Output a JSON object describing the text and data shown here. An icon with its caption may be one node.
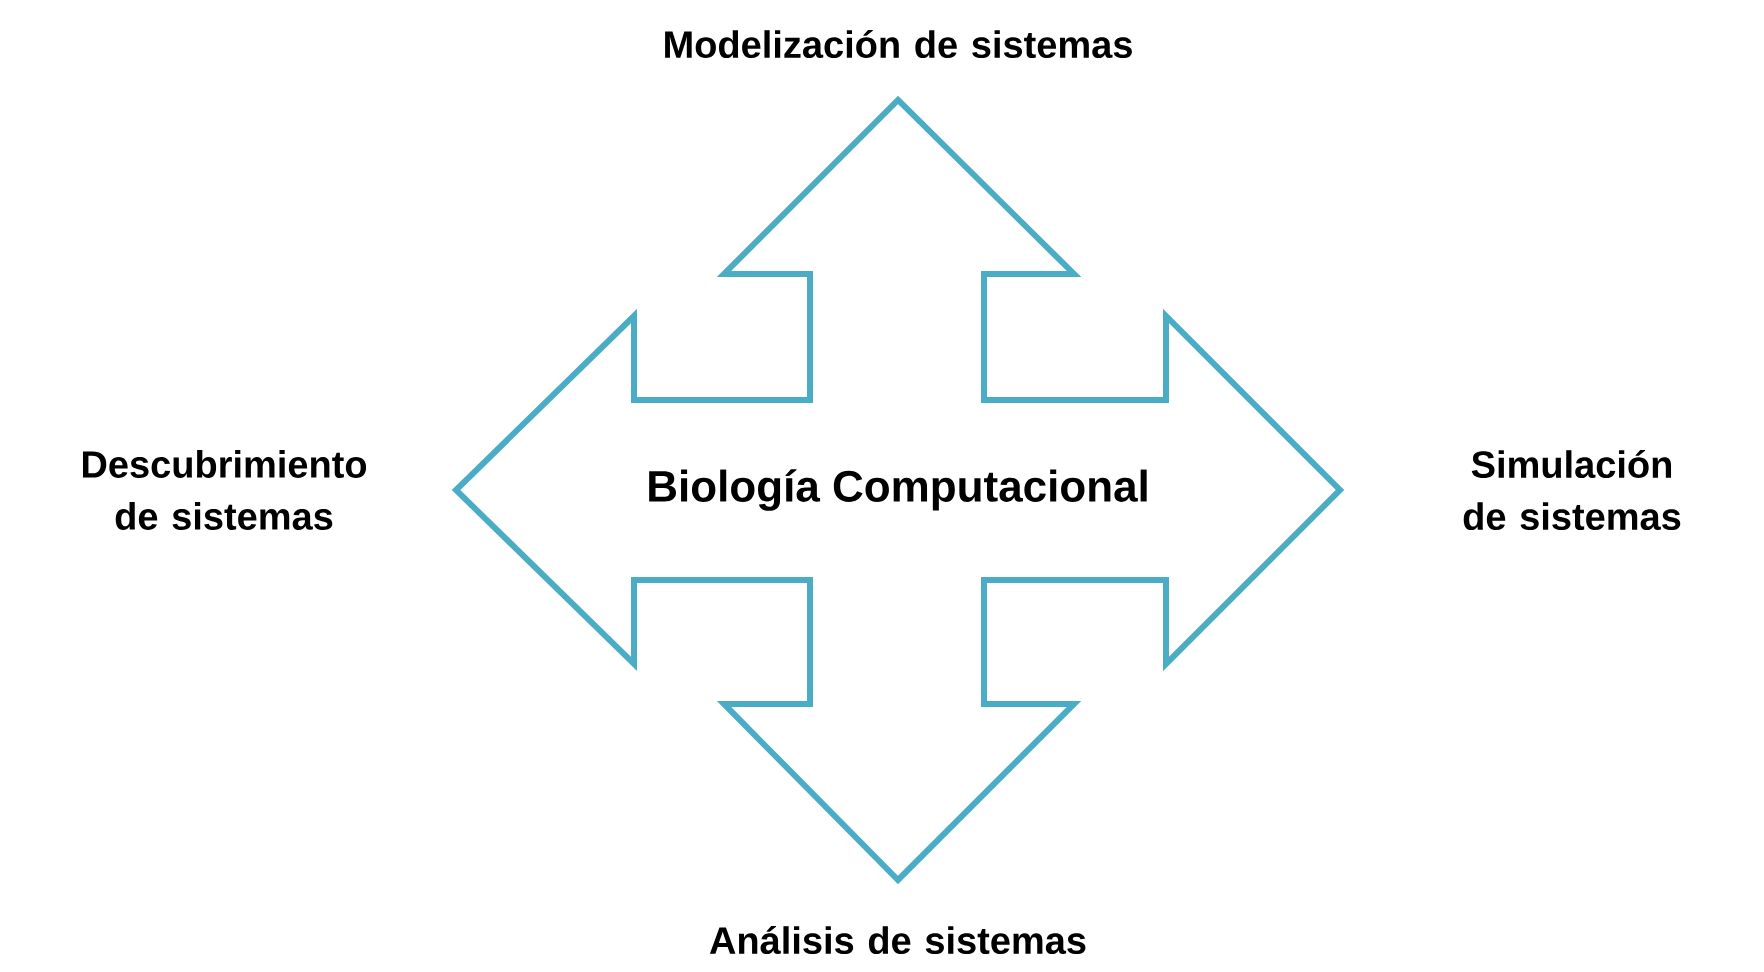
{
  "diagram": {
    "nodes": [
      {
        "text": [
          "Biología Computacional"
        ]
      }
    ],
    "labels": [
      "Modelización de sistemas",
      "Descubrimiento de sistemas",
      "Simulación de sistemas",
      "Análisis de sistemas"
    ]
  }
}
